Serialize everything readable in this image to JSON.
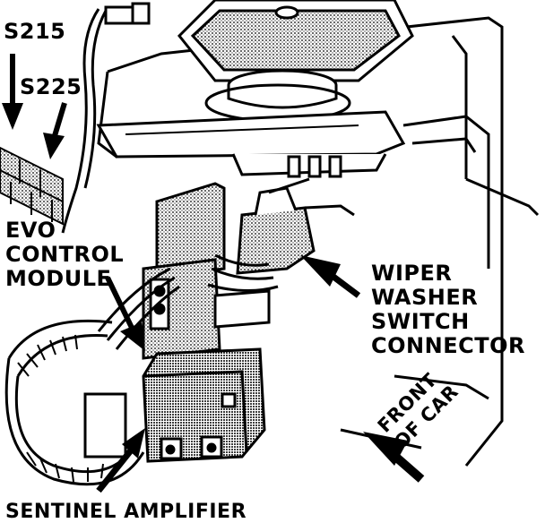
{
  "labels": {
    "s215": "S215",
    "s225": "S225",
    "evo_control_module": [
      "EVO",
      "CONTROL",
      "MODULE"
    ],
    "wiper_washer_switch_connector": [
      "WIPER",
      "WASHER",
      "SWITCH",
      "CONNECTOR"
    ],
    "front_of_car": [
      "FRONT",
      "OF CAR"
    ],
    "sentinel_amplifier": "SENTINEL AMPLIFIER"
  }
}
